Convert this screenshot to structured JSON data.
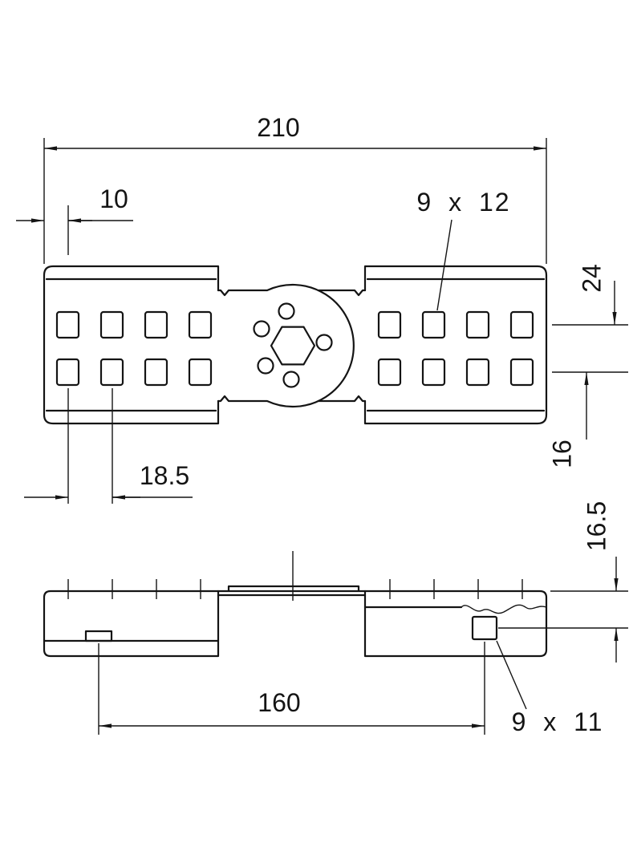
{
  "dimensions": {
    "total_width": "210",
    "edge_to_first_hole": "10",
    "perforation_size": "9 x 12",
    "top_edge_to_row": "24",
    "row_to_bottom_edge": "16",
    "hole_column_spacing": "18.5",
    "top_to_side_hole": "16.5",
    "hole_pattern_distance": "160",
    "side_hole_size": "9 x 11"
  },
  "colors": {
    "line": "#141414",
    "background": "#ffffff"
  }
}
